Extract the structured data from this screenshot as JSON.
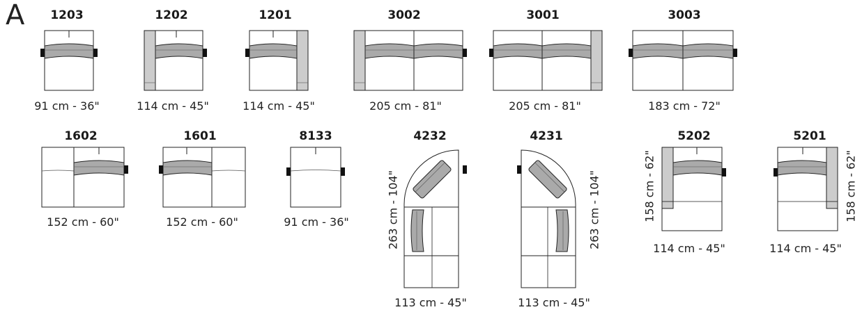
{
  "section_letter": "A",
  "modules": {
    "m1203": {
      "code": "1203",
      "width": "91 cm - 36\""
    },
    "m1202": {
      "code": "1202",
      "width": "114 cm - 45\""
    },
    "m1201": {
      "code": "1201",
      "width": "114 cm - 45\""
    },
    "m3002": {
      "code": "3002",
      "width": "205 cm - 81\""
    },
    "m3001": {
      "code": "3001",
      "width": "205 cm - 81\""
    },
    "m3003": {
      "code": "3003",
      "width": "183 cm - 72\""
    },
    "m1602": {
      "code": "1602",
      "width": "152 cm - 60\""
    },
    "m1601": {
      "code": "1601",
      "width": "152 cm - 60\""
    },
    "m8133": {
      "code": "8133",
      "width": "91 cm - 36\""
    },
    "m4232": {
      "code": "4232",
      "width": "113 cm - 45\"",
      "depth": "263 cm - 104\""
    },
    "m4231": {
      "code": "4231",
      "width": "113 cm - 45\"",
      "depth": "263 cm - 104\""
    },
    "m5202": {
      "code": "5202",
      "width": "114 cm - 45\"",
      "depth": "158 cm - 62\""
    },
    "m5201": {
      "code": "5201",
      "width": "114 cm - 45\"",
      "depth": "158 cm - 62\""
    }
  },
  "colors": {
    "outline": "#222222",
    "seat": "#aaaaaa",
    "arm": "#cccccc",
    "handle": "#111111"
  }
}
